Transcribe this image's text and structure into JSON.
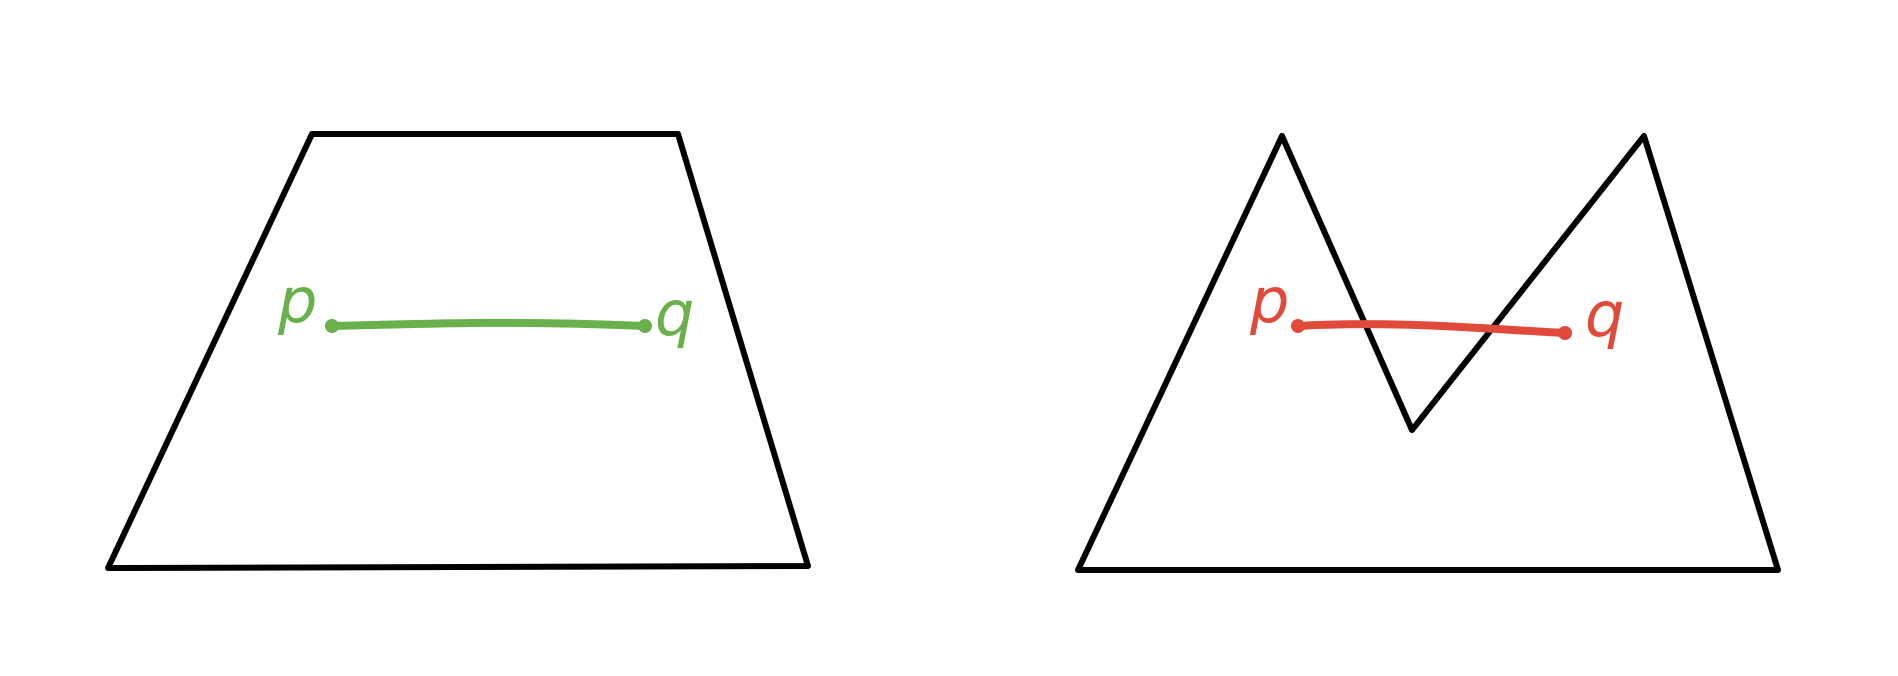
{
  "colors": {
    "outline": "#000000",
    "convex_segment": "#6ab04c",
    "nonconvex_segment": "#e04a3a",
    "background": "#ffffff"
  },
  "left_figure": {
    "label_p": "p",
    "label_q": "q"
  },
  "right_figure": {
    "label_p": "p",
    "label_q": "q"
  }
}
